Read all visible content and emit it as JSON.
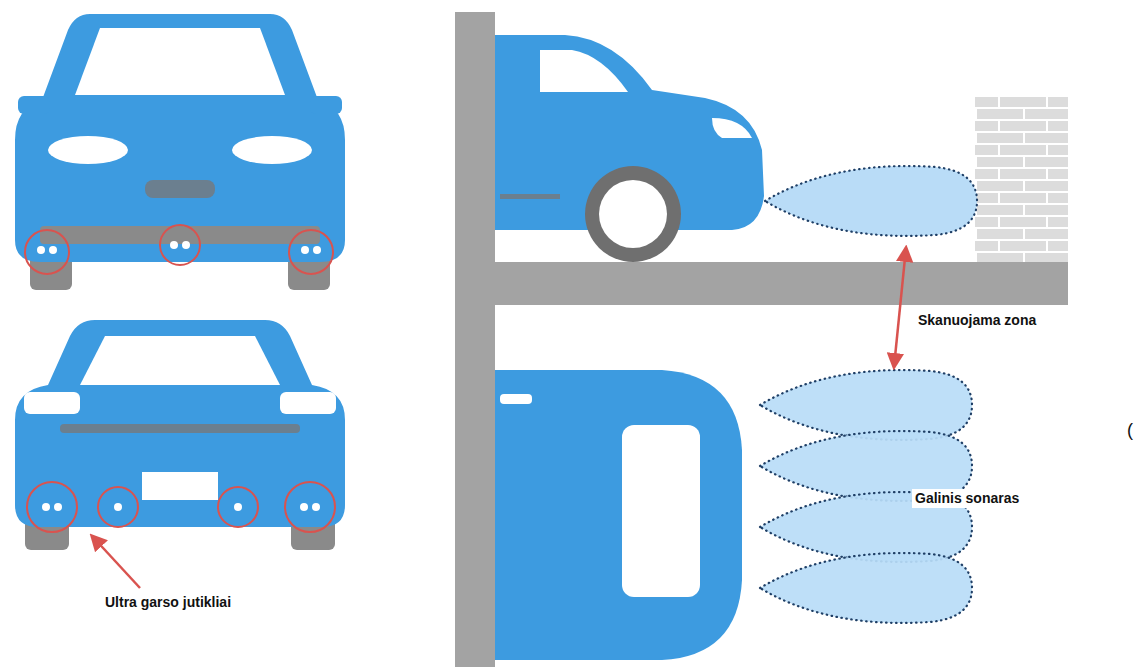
{
  "diagram": {
    "labels": [
      "Skanuojama zona",
      "Galinis sonaras",
      "Ultra garso jutikliai",
      "("
    ]
  }
}
